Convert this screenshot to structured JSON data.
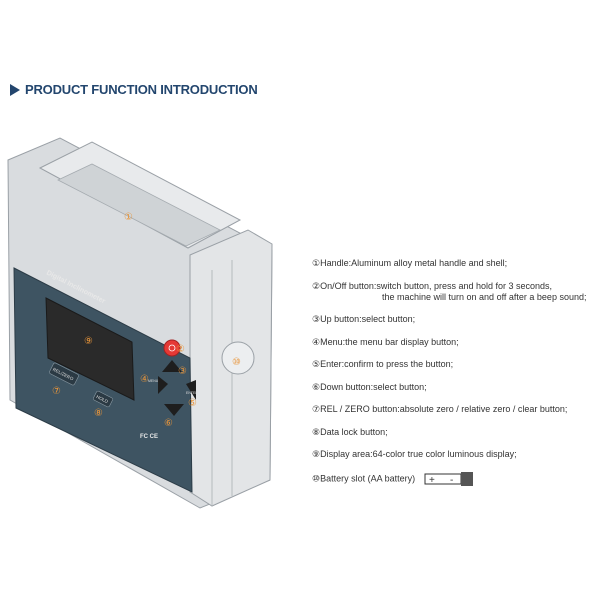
{
  "header": {
    "title": "PRODUCT FUNCTION INTRODUCTION"
  },
  "device": {
    "label_digital": "Digital Inclinometer",
    "btn_rel": "REL/ZERO",
    "btn_hold": "HOLD",
    "btn_menu": "MENU",
    "btn_enter": "ENTER",
    "cert": "FC CE",
    "callouts": [
      "①",
      "②",
      "③",
      "④",
      "⑤",
      "⑥",
      "⑦",
      "⑧",
      "⑨",
      "⑩"
    ]
  },
  "functions": [
    {
      "text": "①Handle:Aluminum alloy metal handle and shell;"
    },
    {
      "text": "②On/Off button:switch button, press and hold for 3 seconds,",
      "sub": "the machine will turn on and off after a beep sound;"
    },
    {
      "text": "③Up button:select button;"
    },
    {
      "text": "④Menu:the menu bar display button;"
    },
    {
      "text": "⑤Enter:confirm to press the button;"
    },
    {
      "text": "⑥Down button:select button;"
    },
    {
      "text": "⑦REL / ZERO button:absolute zero / relative zero / clear button;"
    },
    {
      "text": "⑧Data lock button;"
    },
    {
      "text": "⑨Display area:64-color true color luminous display;"
    },
    {
      "text": "⑩Battery slot (AA battery)"
    }
  ],
  "colors": {
    "accent": "#23466e",
    "panel": "#3e5462",
    "callout": "#e8953a",
    "power": "#e53935"
  }
}
